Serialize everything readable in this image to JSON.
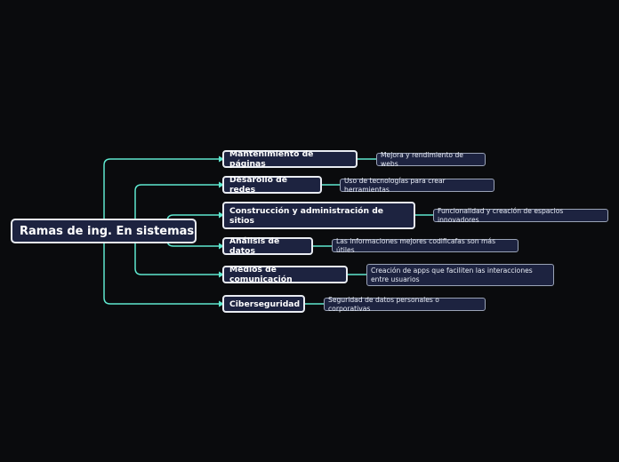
{
  "root": {
    "label": "Ramas de ing. En sistemas"
  },
  "branches": [
    {
      "label": "Mantenimiento de páginas",
      "detail": "Mejora y rendimiento de webs"
    },
    {
      "label": "Desarollo de redes",
      "detail": "Uso de tecnologías para crear herramientas"
    },
    {
      "label": "Construcción y administración de sitios",
      "detail": "Funcionalidad y creación de espacios innovadores"
    },
    {
      "label": "Análisis de datos",
      "detail": "Las informaciones mejores codificafas son más útiles"
    },
    {
      "label": "Medios de comunicación",
      "detail": "Creación de apps que faciliten las interacciones entre usuarios"
    },
    {
      "label": "Ciberseguridad",
      "detail": "Seguridad de datos personales o corporativas"
    }
  ],
  "colors": {
    "connector": "#5ee8cf",
    "node_fill": "#1d2340",
    "node_border": "#e9ecf2",
    "background": "#0a0b0d"
  }
}
